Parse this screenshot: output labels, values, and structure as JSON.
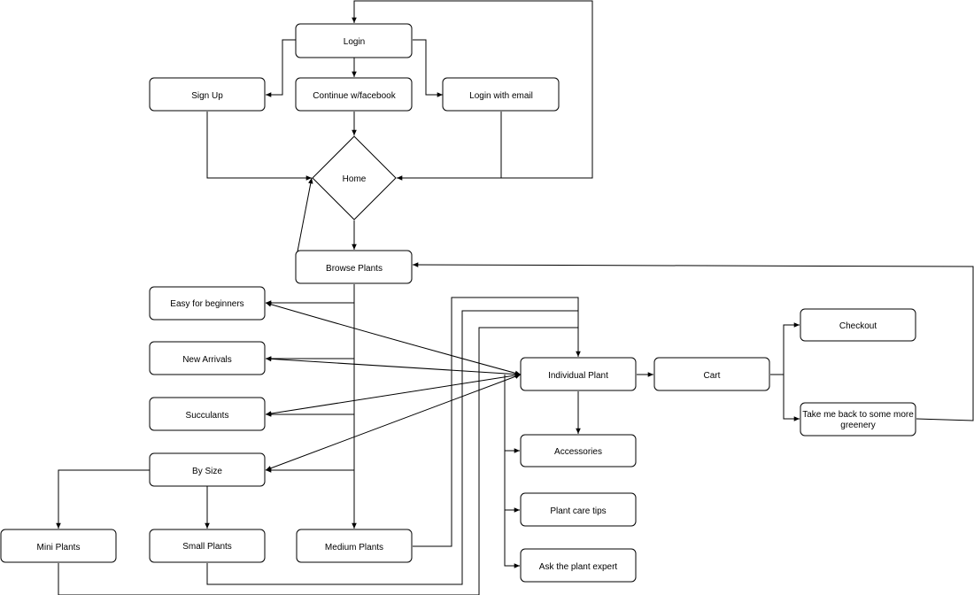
{
  "nodes": {
    "login": "Login",
    "sign_up": "Sign Up",
    "continue_facebook": "Continue w/facebook",
    "login_email": "Login with email",
    "home": "Home",
    "browse_plants": "Browse Plants",
    "easy_beginners": "Easy for beginners",
    "new_arrivals": "New Arrivals",
    "succulants": "Succulants",
    "by_size": "By Size",
    "mini_plants": "Mini Plants",
    "small_plants": "Small Plants",
    "medium_plants": "Medium Plants",
    "individual_plant": "Individual Plant",
    "cart": "Cart",
    "checkout": "Checkout",
    "take_back_line1": "Take me back to some more",
    "take_back_line2": "greenery",
    "accessories": "Accessories",
    "plant_care_tips": "Plant care tips",
    "ask_expert": "Ask the plant expert"
  }
}
